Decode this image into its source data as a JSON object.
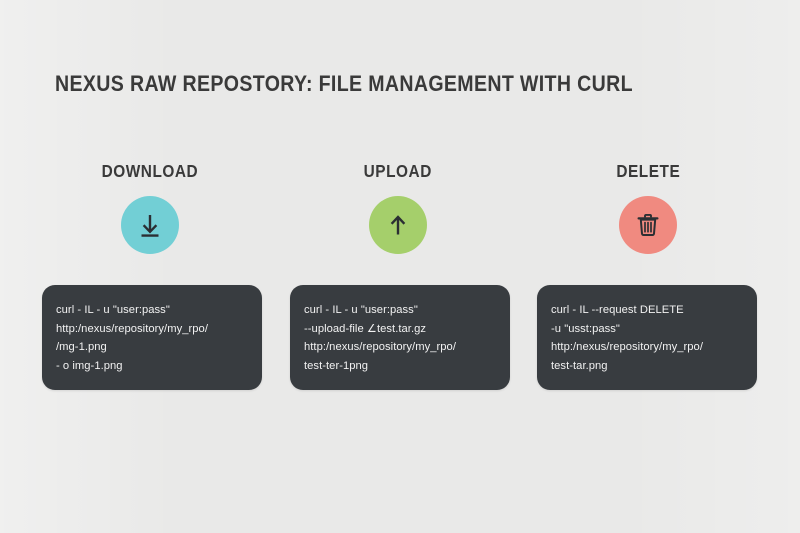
{
  "page": {
    "title": "NEXUS RAW REPOSTORY: FILE MANAGEMENT WITH CURL",
    "background_color": "#E9E9E8",
    "title_color": "#3A3A3A",
    "card_color": "#383C40",
    "code_text_color": "#F2F2F2"
  },
  "columns": [
    {
      "heading": "DOWNLOAD",
      "icon": "download-arrow-icon",
      "badge_color": "#72CFD5",
      "icon_color": "#2B2F33",
      "code_lines": [
        "curl - IL - u \"user:pass\"",
        "http:/nexus/repository/my_rpo/",
        "/mg-1.png",
        "-  o img-1.png"
      ]
    },
    {
      "heading": "UPLOAD",
      "icon": "upload-arrow-icon",
      "badge_color": "#A5CF6B",
      "icon_color": "#2B2F33",
      "code_lines": [
        "curl - IL - u \"user:pass\"",
        "--upload-file ∠test.tar.gz",
        "http:/nexus/repository/my_rpo/",
        "test-ter-1png"
      ]
    },
    {
      "heading": "DELETE",
      "icon": "trash-can-icon",
      "badge_color": "#F08A80",
      "icon_color": "#2B2F33",
      "code_lines": [
        "curl - IL --request DELETE",
        "-u \"usst:pass\"",
        "http:/nexus/repository/my_rpo/",
        "test-tar.png"
      ]
    }
  ]
}
